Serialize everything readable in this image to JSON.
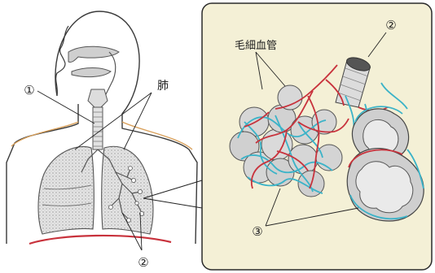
{
  "labels": {
    "trachea_marker": "①",
    "lung": "肺",
    "bronchi_marker": "②",
    "inset_bronchiole_marker": "②",
    "capillaries": "毛細血管",
    "alveoli_marker": "③"
  },
  "colors": {
    "background": "#ffffff",
    "inset_panel": "#f4f0d6",
    "inset_border": "#2a2a2a",
    "outline": "#3a3a3a",
    "skin_line": "#d9a05a",
    "lung_fill": "#d2d2d2",
    "blood_red": "#c8323c",
    "capillary_blue": "#3bb3c8",
    "alveolus_fill": "#cfcfcf",
    "alveolus_inner": "#eaeaea"
  }
}
